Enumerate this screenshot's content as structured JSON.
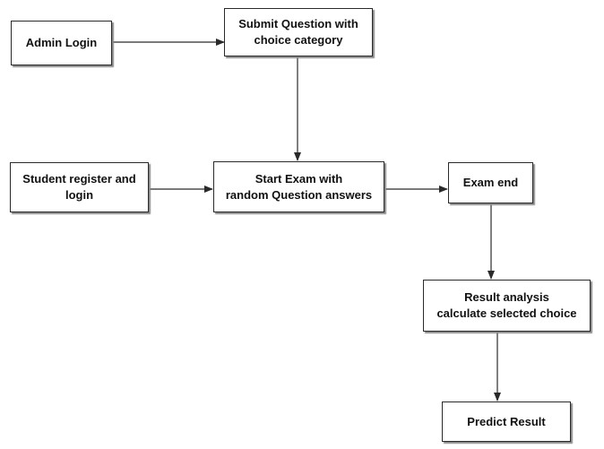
{
  "nodes": {
    "admin_login": {
      "lines": [
        "Admin Login"
      ]
    },
    "submit_question": {
      "lines": [
        "Submit Question with",
        "choice category"
      ]
    },
    "student_register": {
      "lines": [
        "Student register and",
        "login"
      ]
    },
    "start_exam": {
      "lines": [
        "Start Exam with",
        "random Question answers"
      ]
    },
    "exam_end": {
      "lines": [
        "Exam end"
      ]
    },
    "result_analysis": {
      "lines": [
        "Result analysis",
        "calculate selected choice"
      ]
    },
    "predict_result": {
      "lines": [
        "Predict Result"
      ]
    }
  },
  "colors": {
    "stroke": "#2a2a2a",
    "shadow": "#8a8a8a",
    "text": "#111111",
    "background": "#ffffff"
  }
}
